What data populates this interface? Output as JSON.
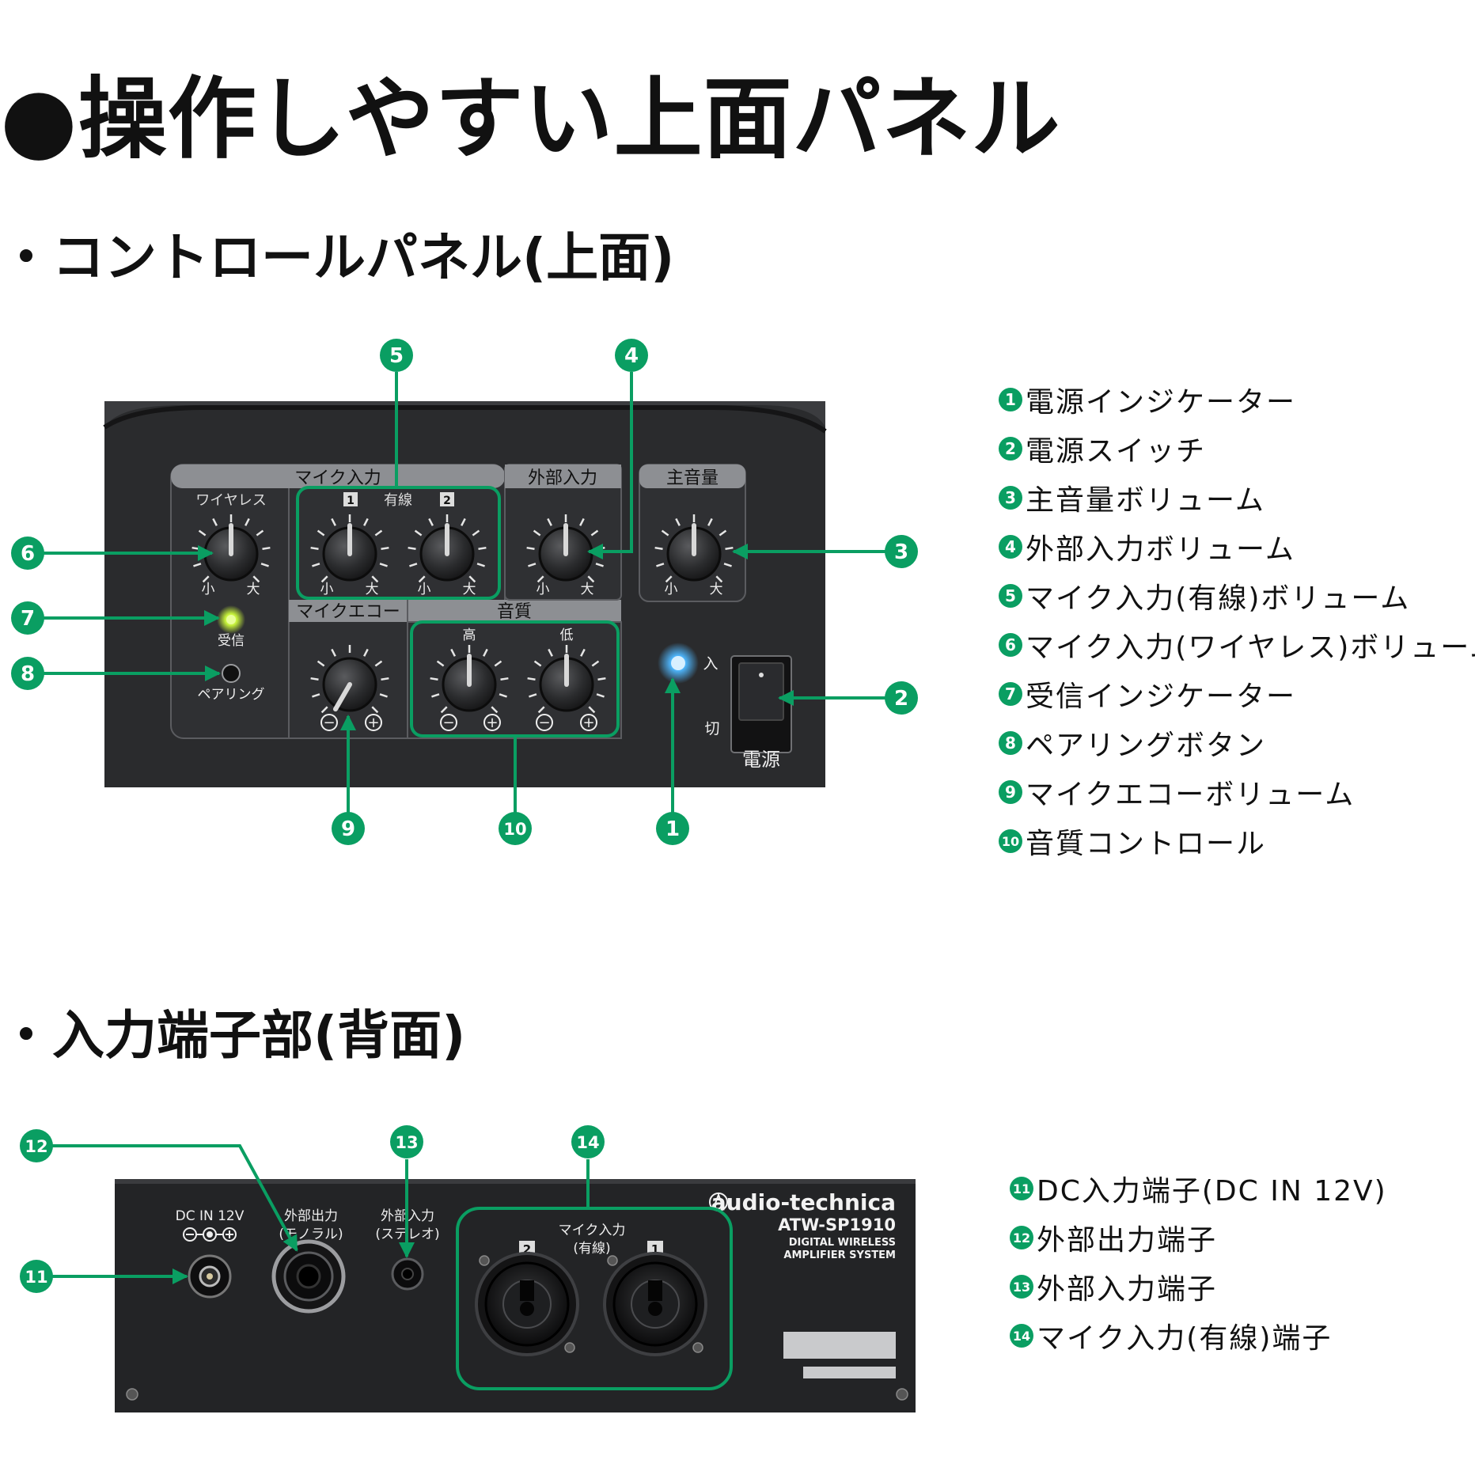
{
  "title": "●操作しやすい上面パネル",
  "control_panel": {
    "heading": "・コントロールパネル(上面)",
    "labels": {
      "mic_input": "マイク入力",
      "wireless": "ワイヤレス",
      "wired": "有線",
      "ch1": "1",
      "ch2": "2",
      "ext_input": "外部入力",
      "master_volume": "主音量",
      "small": "小",
      "large": "大",
      "receive": "受信",
      "pairing": "ペアリング",
      "mic_echo": "マイクエコー",
      "tone": "音質",
      "high": "高",
      "low": "低",
      "minus": "−",
      "plus": "+",
      "on": "入",
      "off": "切",
      "power": "電源"
    },
    "callouts": [
      "1",
      "2",
      "3",
      "4",
      "5",
      "6",
      "7",
      "8",
      "9",
      "10"
    ],
    "legend": [
      {
        "num": "1",
        "text": "電源インジケーター"
      },
      {
        "num": "2",
        "text": "電源スイッチ"
      },
      {
        "num": "3",
        "text": "主音量ボリューム"
      },
      {
        "num": "4",
        "text": "外部入力ボリューム"
      },
      {
        "num": "5",
        "text": "マイク入力(有線)ボリューム"
      },
      {
        "num": "6",
        "text": "マイク入力(ワイヤレス)ボリューム"
      },
      {
        "num": "7",
        "text": "受信インジケーター"
      },
      {
        "num": "8",
        "text": "ペアリングボタン"
      },
      {
        "num": "9",
        "text": "マイクエコーボリューム"
      },
      {
        "num": "10",
        "text": "音質コントロール"
      }
    ]
  },
  "rear_panel": {
    "heading": "・入力端子部(背面)",
    "labels": {
      "dc_in": "DC IN 12V",
      "ext_output": "外部出力",
      "mono": "(モノラル)",
      "ext_input": "外部入力",
      "stereo": "(ステレオ)",
      "mic_input": "マイク入力",
      "wired": "(有線)",
      "ch1": "1",
      "ch2": "2",
      "brand": "audio-technica",
      "model": "ATW-SP1910",
      "product_line1": "DIGITAL WIRELESS",
      "product_line2": "AMPLIFIER SYSTEM"
    },
    "callouts": [
      "11",
      "12",
      "13",
      "14"
    ],
    "legend": [
      {
        "num": "11",
        "text": "DC入力端子(DC IN 12V)"
      },
      {
        "num": "12",
        "text": "外部出力端子"
      },
      {
        "num": "13",
        "text": "外部入力端子"
      },
      {
        "num": "14",
        "text": "マイク入力(有線)端子"
      }
    ]
  },
  "colors": {
    "accent": "#0a9e62",
    "panel": "#262729",
    "led_blue": "#4fb8ff",
    "led_green": "#c6f23a"
  }
}
